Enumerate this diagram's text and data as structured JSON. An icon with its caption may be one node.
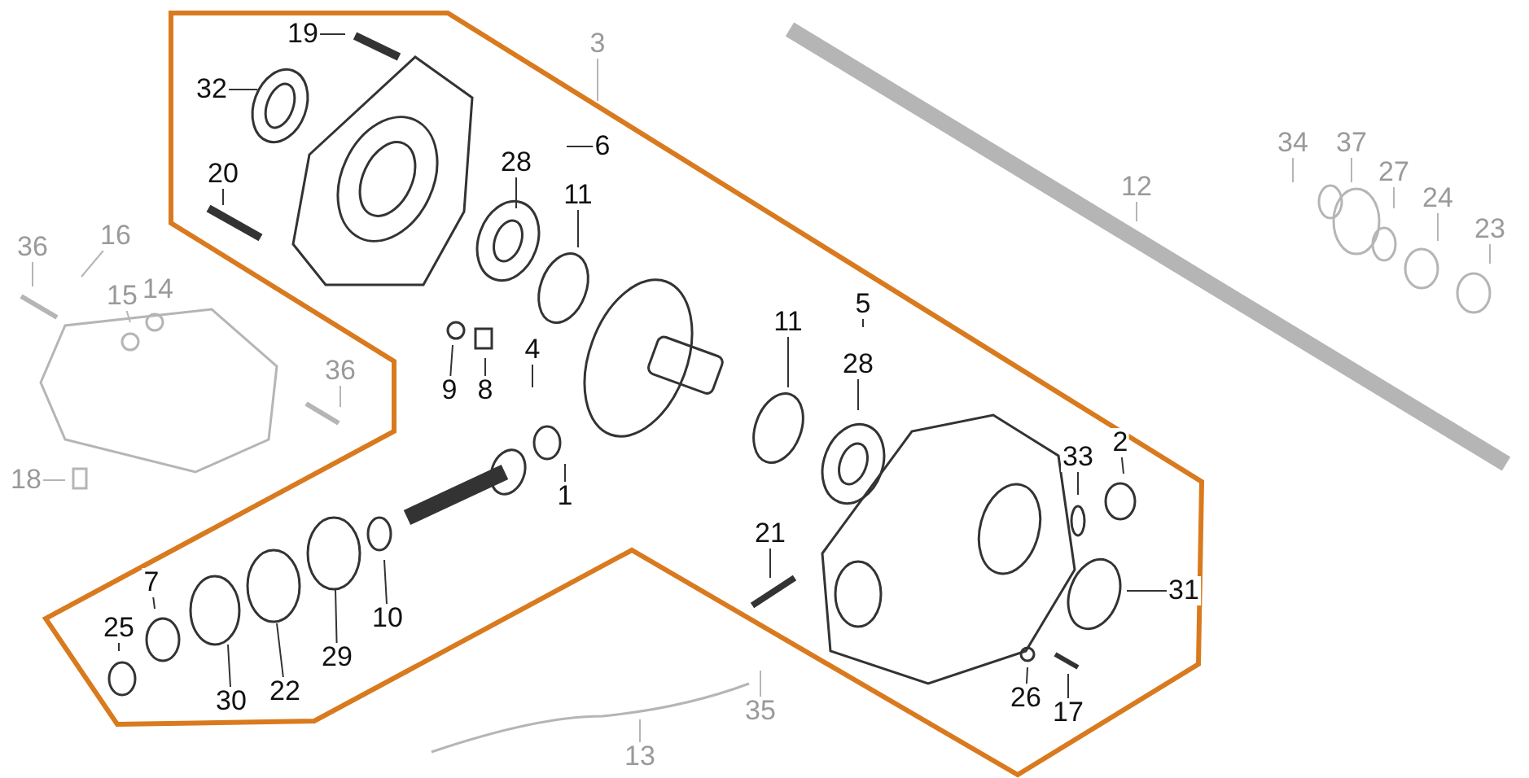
{
  "diagram": {
    "nodes": [
      {
        "text": [
          "19"
        ]
      },
      {
        "text": [
          "3"
        ]
      },
      {
        "text": [
          "32"
        ]
      },
      {
        "text": [
          "6"
        ]
      },
      {
        "text": [
          "34"
        ]
      },
      {
        "text": [
          "37"
        ]
      },
      {
        "text": [
          "28"
        ]
      },
      {
        "text": [
          "20"
        ]
      },
      {
        "text": [
          "27"
        ]
      },
      {
        "text": [
          "12"
        ]
      },
      {
        "text": [
          "11"
        ]
      },
      {
        "text": [
          "24"
        ]
      },
      {
        "text": [
          "23"
        ]
      },
      {
        "text": [
          "16"
        ]
      },
      {
        "text": [
          "36"
        ]
      },
      {
        "text": [
          "15"
        ]
      },
      {
        "text": [
          "14"
        ]
      },
      {
        "text": [
          "5"
        ]
      },
      {
        "text": [
          "11"
        ]
      },
      {
        "text": [
          "4"
        ]
      },
      {
        "text": [
          "28"
        ]
      },
      {
        "text": [
          "36"
        ]
      },
      {
        "text": [
          "9"
        ]
      },
      {
        "text": [
          "8"
        ]
      },
      {
        "text": [
          "2"
        ]
      },
      {
        "text": [
          "33"
        ]
      },
      {
        "text": [
          "18"
        ]
      },
      {
        "text": [
          "1"
        ]
      },
      {
        "text": [
          "21"
        ]
      },
      {
        "text": [
          "7"
        ]
      },
      {
        "text": [
          "31"
        ]
      },
      {
        "text": [
          "10"
        ]
      },
      {
        "text": [
          "25"
        ]
      },
      {
        "text": [
          "29"
        ]
      },
      {
        "text": [
          "22"
        ]
      },
      {
        "text": [
          "26"
        ]
      },
      {
        "text": [
          "30"
        ]
      },
      {
        "text": [
          "35"
        ]
      },
      {
        "text": [
          "17"
        ]
      },
      {
        "text": [
          "13"
        ]
      }
    ],
    "edges": [
      {
        "from": 0,
        "to": null,
        "arrow": "none"
      },
      {
        "from": 1,
        "to": null,
        "arrow": "none",
        "color": "#b5b5b5"
      },
      {
        "from": 2,
        "to": null,
        "arrow": "none"
      },
      {
        "from": 3,
        "to": null,
        "arrow": "none"
      },
      {
        "from": 4,
        "to": null,
        "arrow": "none",
        "color": "#b5b5b5"
      },
      {
        "from": 5,
        "to": null,
        "arrow": "none",
        "color": "#b5b5b5"
      },
      {
        "from": 6,
        "to": null,
        "arrow": "none"
      },
      {
        "from": 7,
        "to": null,
        "arrow": "none"
      },
      {
        "from": 8,
        "to": null,
        "arrow": "none",
        "color": "#b5b5b5"
      },
      {
        "from": 9,
        "to": null,
        "arrow": "none",
        "color": "#b5b5b5"
      },
      {
        "from": 10,
        "to": null,
        "arrow": "none"
      },
      {
        "from": 11,
        "to": null,
        "arrow": "none",
        "color": "#b5b5b5"
      },
      {
        "from": 12,
        "to": null,
        "arrow": "none",
        "color": "#b5b5b5"
      },
      {
        "from": 13,
        "to": null,
        "arrow": "none",
        "color": "#b5b5b5"
      },
      {
        "from": 14,
        "to": null,
        "arrow": "none",
        "color": "#b5b5b5"
      },
      {
        "from": 15,
        "to": null,
        "arrow": "none",
        "color": "#b5b5b5"
      },
      {
        "from": 17,
        "to": null,
        "arrow": "none"
      },
      {
        "from": 18,
        "to": null,
        "arrow": "none"
      },
      {
        "from": 19,
        "to": null,
        "arrow": "none"
      },
      {
        "from": 20,
        "to": null,
        "arrow": "none"
      },
      {
        "from": 21,
        "to": null,
        "arrow": "none",
        "color": "#b5b5b5"
      },
      {
        "from": 22,
        "to": null,
        "arrow": "none"
      },
      {
        "from": 23,
        "to": null,
        "arrow": "none"
      },
      {
        "from": 24,
        "to": null,
        "arrow": "none"
      },
      {
        "from": 25,
        "to": null,
        "arrow": "none"
      },
      {
        "from": 26,
        "to": null,
        "arrow": "none",
        "color": "#b5b5b5"
      },
      {
        "from": 27,
        "to": null,
        "arrow": "none"
      },
      {
        "from": 28,
        "to": null,
        "arrow": "none"
      },
      {
        "from": 29,
        "to": null,
        "arrow": "none"
      },
      {
        "from": 30,
        "to": null,
        "arrow": "none"
      },
      {
        "from": 31,
        "to": null,
        "arrow": "none"
      },
      {
        "from": 32,
        "to": null,
        "arrow": "none"
      },
      {
        "from": 33,
        "to": null,
        "arrow": "none"
      },
      {
        "from": 34,
        "to": null,
        "arrow": "none"
      },
      {
        "from": 35,
        "to": null,
        "arrow": "none"
      },
      {
        "from": 36,
        "to": null,
        "arrow": "none"
      },
      {
        "from": 37,
        "to": null,
        "arrow": "none",
        "color": "#b5b5b5"
      },
      {
        "from": 38,
        "to": null,
        "arrow": "none"
      },
      {
        "from": 39,
        "to": null,
        "arrow": "none",
        "color": "#b5b5b5"
      }
    ]
  }
}
